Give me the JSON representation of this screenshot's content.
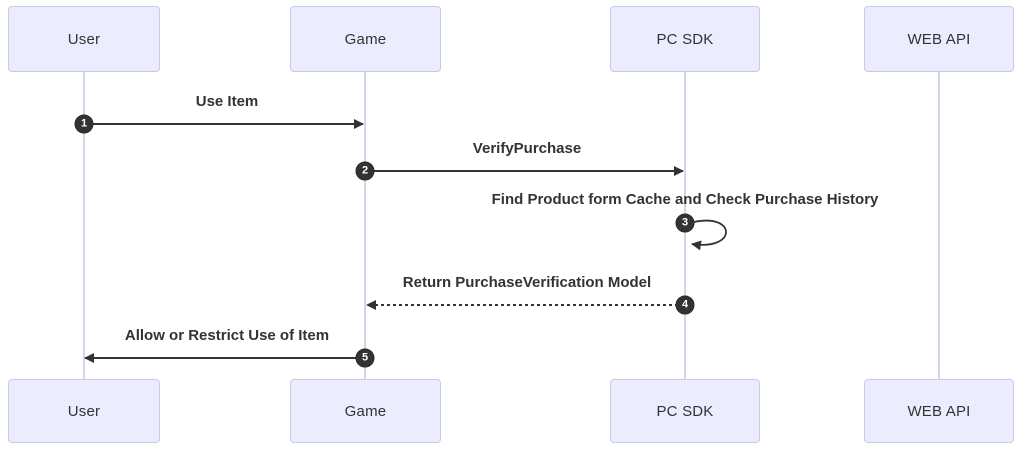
{
  "diagram": {
    "type": "sequence-diagram",
    "actors": [
      {
        "name": "User"
      },
      {
        "name": "Game"
      },
      {
        "name": "PC SDK"
      },
      {
        "name": "WEB API"
      }
    ],
    "messages": [
      {
        "seq": "1",
        "from": "User",
        "to": "Game",
        "label": "Use Item",
        "line": "solid"
      },
      {
        "seq": "2",
        "from": "Game",
        "to": "PC SDK",
        "label": "VerifyPurchase",
        "line": "solid"
      },
      {
        "seq": "3",
        "from": "PC SDK",
        "to": "PC SDK",
        "label": "Find Product form Cache and Check Purchase History",
        "line": "self-loop"
      },
      {
        "seq": "4",
        "from": "PC SDK",
        "to": "Game",
        "label": "Return PurchaseVerification Model",
        "line": "dotted"
      },
      {
        "seq": "5",
        "from": "Game",
        "to": "User",
        "label": "Allow or Restrict Use of Item",
        "line": "solid"
      }
    ],
    "colors": {
      "background": "#FFFFFF",
      "actor_fill": "#ECECFF",
      "actor_border": "#C9C9E5",
      "lifeline": "#D5D5E8",
      "arrow": "#333333",
      "message_text": "#333333",
      "seq_badge_fill": "#333333",
      "seq_badge_text": "#FFFFFF"
    }
  }
}
